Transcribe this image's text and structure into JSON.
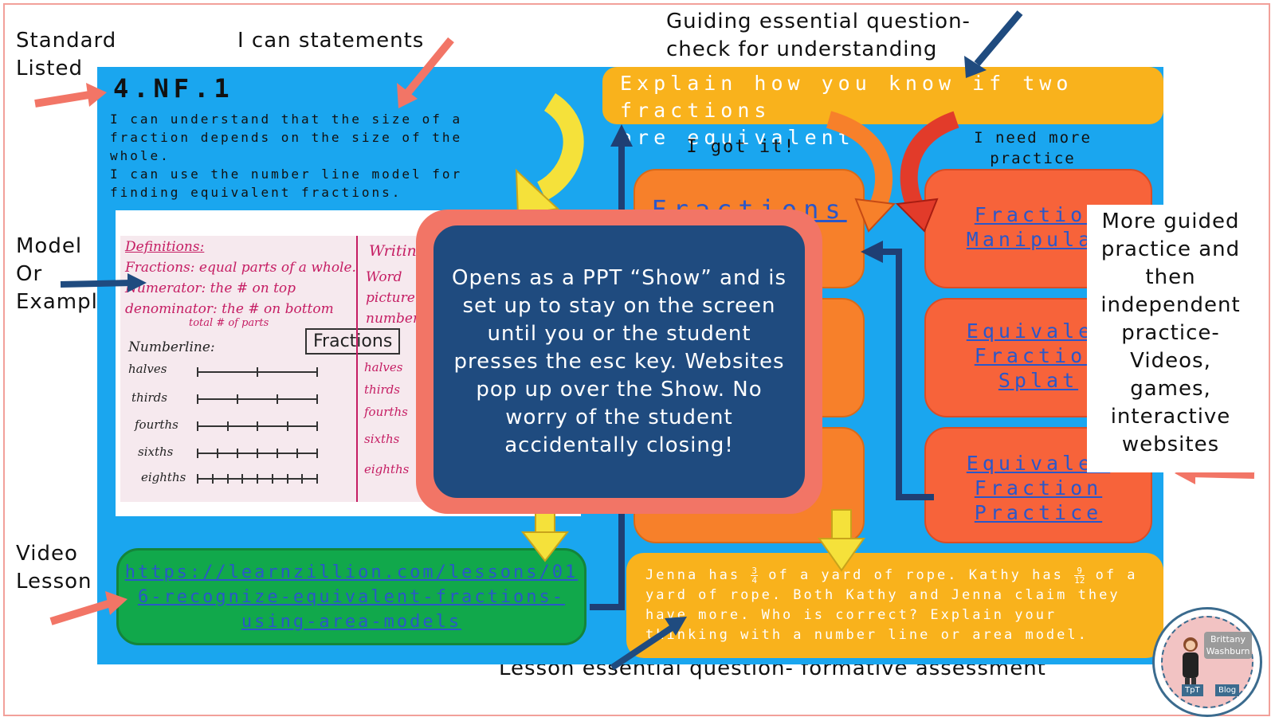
{
  "annotations": {
    "standard_listed": [
      "Standard",
      "Listed"
    ],
    "i_can_statements": "I can statements",
    "guiding_question": [
      "Guiding essential question-",
      "check for understanding"
    ],
    "model_or_example": [
      "Model",
      "Or",
      "Example"
    ],
    "video_lesson": [
      "Video",
      "Lesson"
    ],
    "lesson_question": "Lesson essential question- formative assessment",
    "more_practice": [
      "More guided",
      "practice and",
      "then",
      "independent",
      "practice-",
      "Videos,",
      "games,",
      "interactive",
      "websites"
    ]
  },
  "slide": {
    "standard": "4.NF.1",
    "i_can": [
      "I can understand that the size of a",
      "fraction depends on the size of the",
      "whole.",
      "I can use the number line model for",
      "finding equivalent fractions."
    ],
    "guiding_question": [
      "Explain how you know if two fractions",
      "are equivalent."
    ],
    "got_it_heading": "I got it!",
    "need_practice_heading": [
      "I need more",
      "practice"
    ],
    "got_it_box_label": "Fractions",
    "need_practice_links": [
      [
        "Fraction",
        "Manipulat"
      ],
      [
        "Equivalen",
        "Fraction",
        "Splat"
      ],
      [
        "Equivalen",
        "Fraction",
        "Practice"
      ]
    ],
    "video_link": [
      "https://learnzillion.com/lessons/01",
      "6-recognize-equivalent-fractions-",
      "using-area-models"
    ],
    "assessment": {
      "part1": "Jenna has",
      "frac1_num": "3",
      "frac1_den": "4",
      "part2": "of a yard of rope. Kathy has",
      "frac2_num": "9",
      "frac2_den": "12",
      "part3": "of a yard of rope. Both Kathy and Jenna claim they have more. Who is correct? Explain your thinking with a number line or area model."
    }
  },
  "anchor_chart": {
    "definitions_title": "Definitions:",
    "def1": "Fractions: equal parts of a whole.",
    "def2": "Numerator: the # on top",
    "def3": "denominator: the # on bottom",
    "def3b": "total # of parts",
    "box_title": "Fractions",
    "numberline_title": "Numberline:",
    "rows_left": [
      "halves",
      "thirds",
      "fourths",
      "sixths",
      "eighths"
    ],
    "rows_right": [
      "halves",
      "thirds",
      "fourths",
      "sixths",
      "eighths"
    ],
    "writing_title": "Writin",
    "writing_lines": [
      "Word",
      "picture",
      "number"
    ]
  },
  "callout": "Opens as a PPT “Show” and is set up to stay on the screen until you or the student presses the esc key. Websites pop up over the Show. No worry of the student accidentally closing!",
  "badge": {
    "name": "Brittany Washburn",
    "tag_left": "TpT",
    "tag_right": "Blog"
  },
  "colors": {
    "slide_blue": "#1aa6ef",
    "yellow": "#f9b21c",
    "orange": "#f7802a",
    "red_orange": "#f7633a",
    "green": "#11a84b",
    "navy": "#1f4b7f",
    "coral": "#f27566",
    "link": "#2a57c9"
  }
}
